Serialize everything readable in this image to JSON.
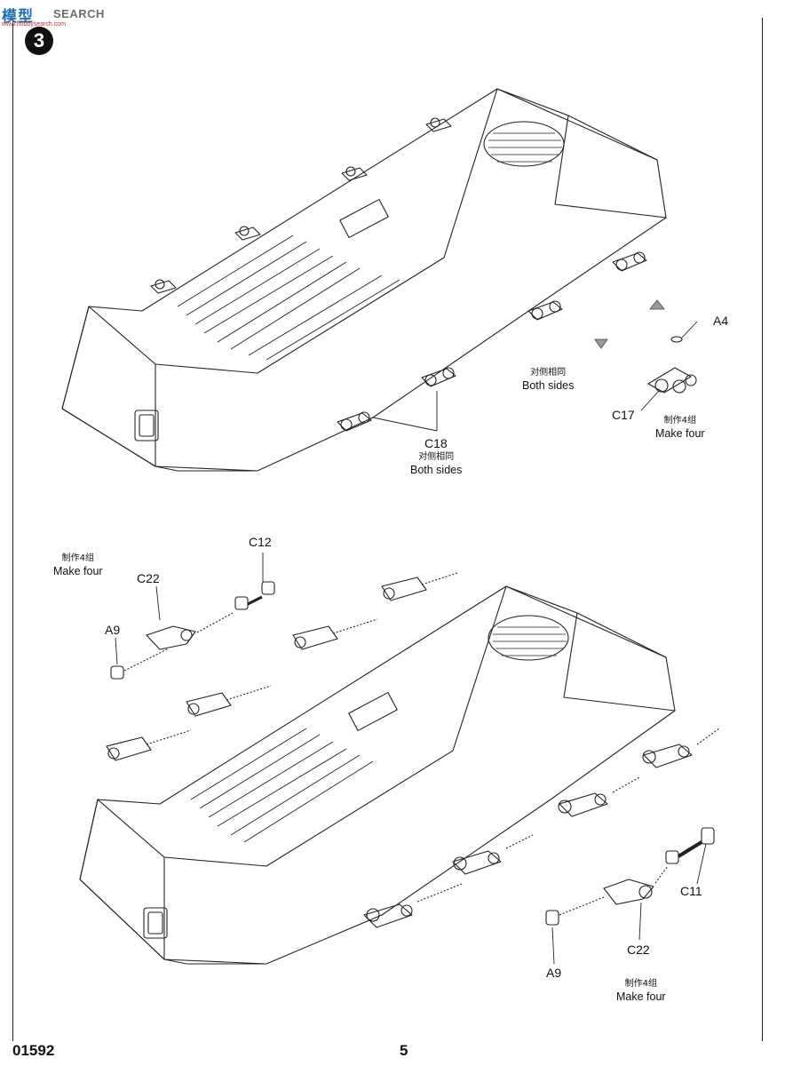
{
  "watermark": {
    "cn": "模型",
    "en": "SEARCH",
    "url": "www.hobbysearch.com"
  },
  "step": {
    "number": "3"
  },
  "top_diagram": {
    "part_c18": "C18",
    "part_c18_note_cn": "对侧相同",
    "part_c18_note_en": "Both sides",
    "both_sides_cn": "对侧相同",
    "both_sides_en": "Both sides",
    "part_a4": "A4",
    "part_c17": "C17",
    "make_four_cn": "制作4组",
    "make_four_en": "Make four"
  },
  "bottom_diagram": {
    "left_make_four_cn": "制作4组",
    "left_make_four_en": "Make four",
    "part_c12": "C12",
    "part_c22_left": "C22",
    "part_a9_left": "A9",
    "part_c11": "C11",
    "part_c22_right": "C22",
    "part_a9_right": "A9",
    "right_make_four_cn": "制作4组",
    "right_make_four_en": "Make four"
  },
  "footer": {
    "kit_number": "01592",
    "page_number": "5"
  }
}
